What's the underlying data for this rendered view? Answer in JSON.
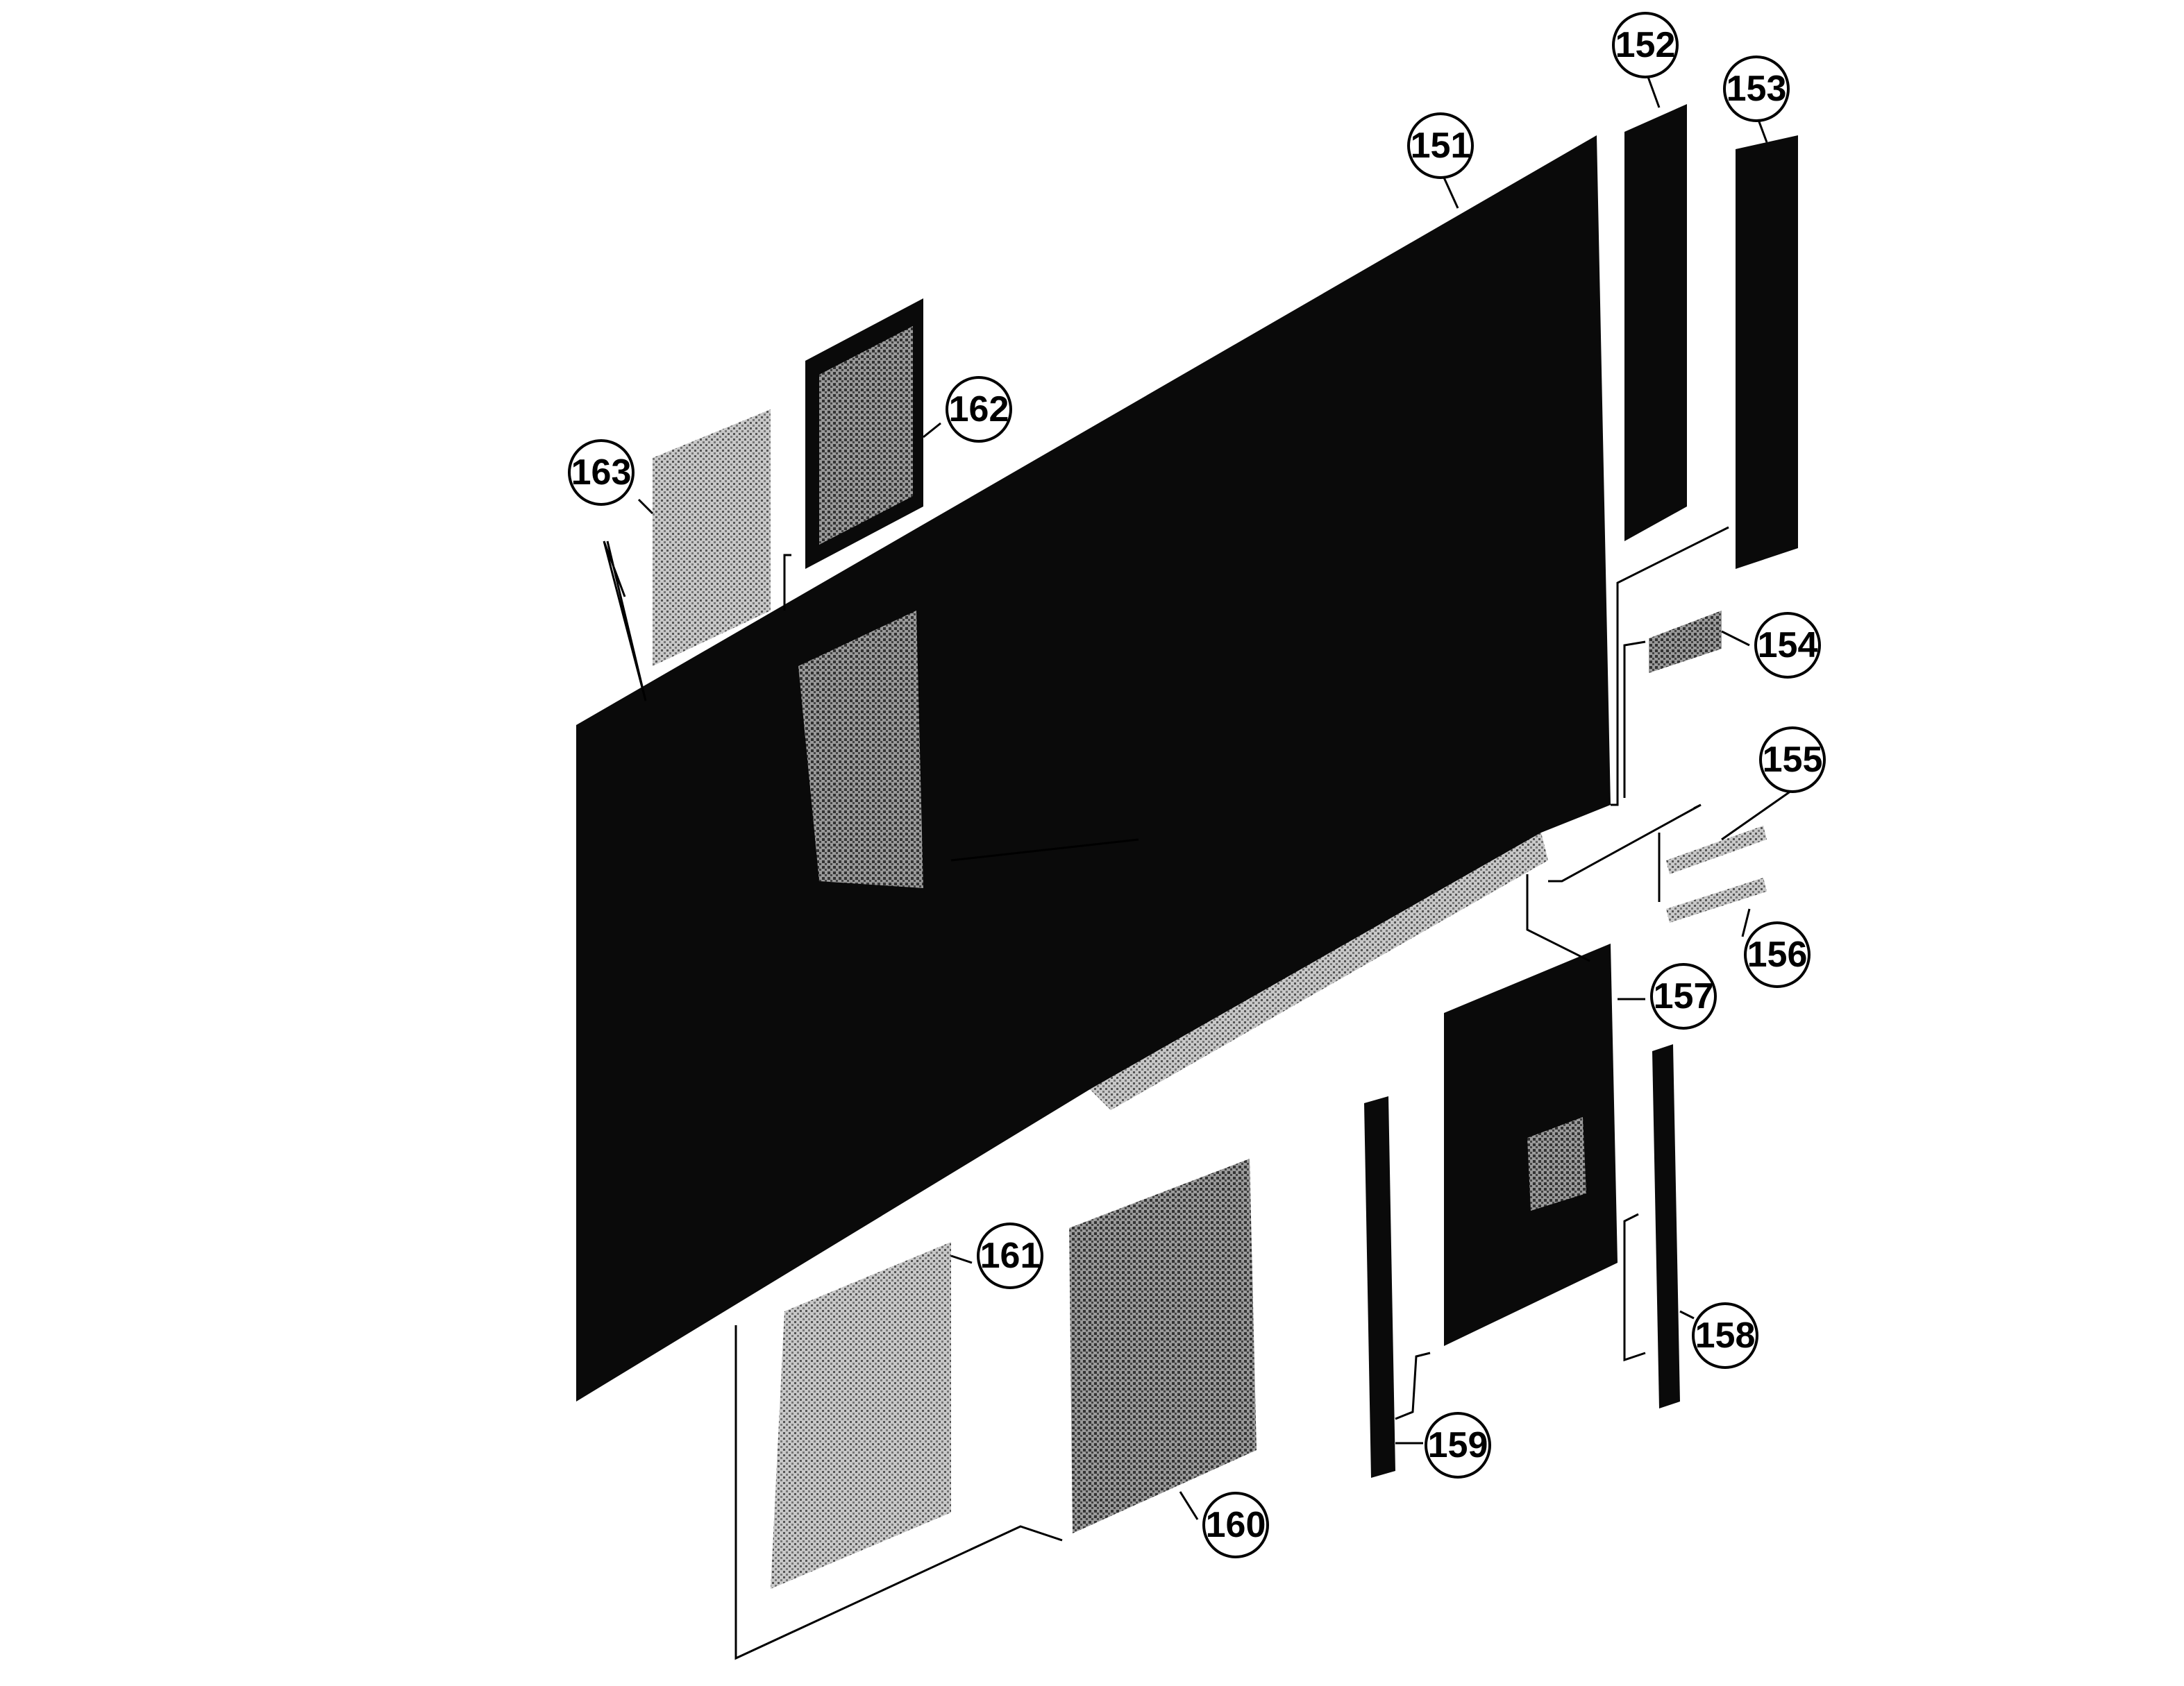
{
  "colors": {
    "background": "#ffffff",
    "line": "#000000",
    "panel": "#0a0a0a",
    "stipple_light": "#bdbdbd",
    "stipple_dark": "#6e6e6e"
  },
  "callouts": {
    "c151": "151",
    "c152": "152",
    "c153": "153",
    "c154": "154",
    "c155": "155",
    "c156": "156",
    "c157": "157",
    "c158": "158",
    "c159": "159",
    "c160": "160",
    "c161": "161",
    "c162": "162",
    "c163": "163"
  }
}
